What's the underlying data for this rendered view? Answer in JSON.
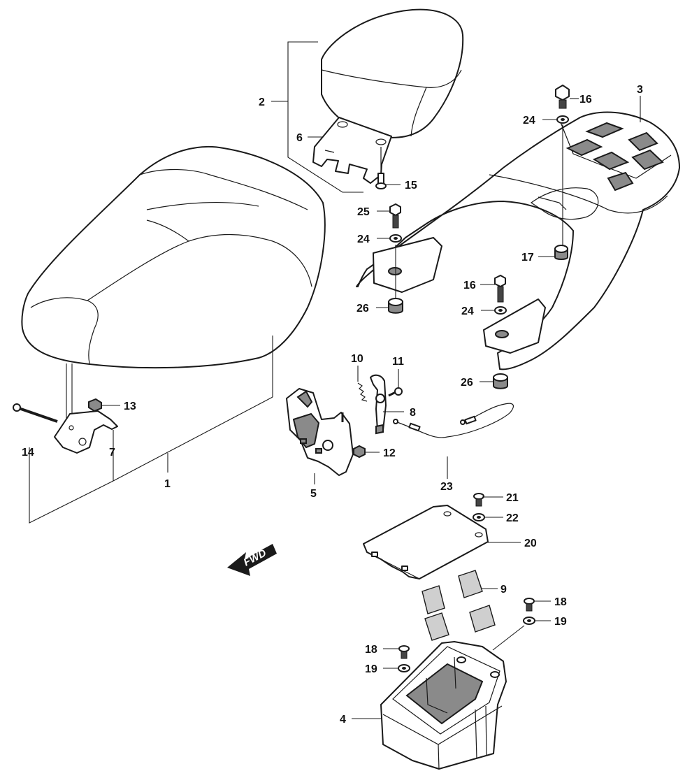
{
  "callouts": {
    "c1": "1",
    "c2": "2",
    "c3": "3",
    "c4": "4",
    "c5": "5",
    "c6": "6",
    "c7": "7",
    "c8": "8",
    "c9": "9",
    "c10": "10",
    "c11": "11",
    "c12": "12",
    "c13": "13",
    "c14": "14",
    "c15": "15",
    "c16a": "16",
    "c16b": "16",
    "c17": "17",
    "c18a": "18",
    "c18b": "18",
    "c19a": "19",
    "c19b": "19",
    "c20": "20",
    "c21": "21",
    "c22": "22",
    "c23": "23",
    "c24a": "24",
    "c24b": "24",
    "c24c": "24",
    "c25": "25",
    "c26a": "26",
    "c26b": "26"
  },
  "direction_label": "FWD"
}
